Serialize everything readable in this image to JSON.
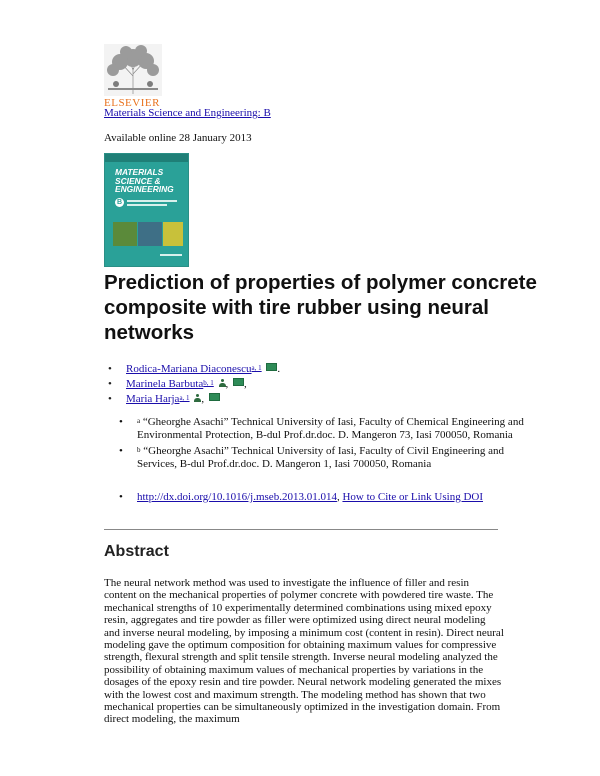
{
  "header": {
    "publisher": "ELSEVIER",
    "journal": "Materials Science and Engineering: B",
    "available": "Available online 28 January 2013"
  },
  "cover": {
    "title_lines": [
      "MATERIALS",
      "SCIENCE &",
      "ENGINEERING"
    ],
    "edition": "B"
  },
  "title": "Prediction of properties of polymer concrete composite with tire rubber using neural networks",
  "authors": [
    {
      "name": "Rodica-Mariana Diaconescu",
      "sup": "a, 1",
      "end": "."
    },
    {
      "name": "Marinela Barbuta",
      "sup": "b, 1",
      "end": ","
    },
    {
      "name": "Maria Harja",
      "sup": "a, 1",
      "end": ""
    }
  ],
  "affiliations": [
    {
      "sup": "a",
      "text": "“Gheorghe Asachi” Technical University of Iasi, Faculty of Chemical Engineering and Environmental Protection, B-dul Prof.dr.doc. D. Mangeron 73, Iasi 700050, Romania"
    },
    {
      "sup": "b",
      "text": "“Gheorghe Asachi” Technical University of Iasi, Faculty of Civil Engineering and Services, B-dul Prof.dr.doc. D. Mangeron 1, Iasi 700050, Romania"
    }
  ],
  "doi": {
    "url": "http://dx.doi.org/10.1016/j.mseb.2013.01.014",
    "sep": ",",
    "cite": "How to Cite or Link Using DOI"
  },
  "abstract": {
    "heading": "Abstract",
    "body": "The neural network method was used to investigate the influence of filler and resin content on the mechanical properties of polymer concrete with powdered tire waste. The mechanical strengths of 10 experimentally determined combinations using mixed epoxy resin, aggregates and tire powder as filler were optimized using direct neural modeling and inverse neural modeling, by imposing a minimum cost (content in resin). Direct neural modeling gave the optimum composition for obtaining maximum values for compressive strength, flexural strength and split tensile strength. Inverse neural modeling analyzed the possibility of obtaining maximum values of mechanical properties by variations in the dosages of the epoxy resin and tire powder. Neural network modeling generated the mixes with the lowest cost and maximum strength. The modeling method has shown that two mechanical properties can be simultaneously optimized in the investigation domain. From direct modeling, the maximum"
  },
  "colors": {
    "link": "#1a0dab",
    "publisher": "#e9711c",
    "cover": "#2aa198"
  }
}
